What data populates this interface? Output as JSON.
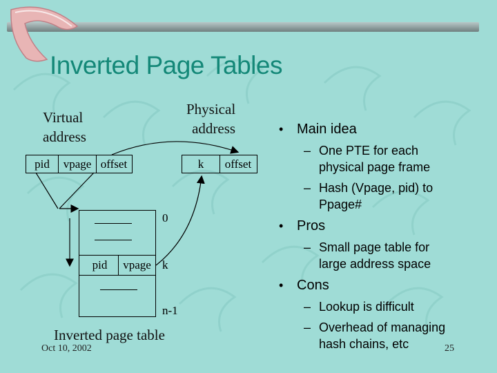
{
  "slide": {
    "title": "Inverted Page Tables",
    "footer_date": "Oct 10, 2002",
    "page_number": "25"
  },
  "diagram": {
    "virtual_address_label_line1": "Virtual",
    "virtual_address_label_line2": "address",
    "physical_address_label_line1": "Physical",
    "physical_address_label_line2": "address",
    "virtual_fields": [
      "pid",
      "vpage",
      "offset"
    ],
    "physical_fields": [
      "k",
      "offset"
    ],
    "table_entry_fields": [
      "pid",
      "vpage"
    ],
    "row_index_top": "0",
    "row_index_match": "k",
    "row_index_bottom": "n-1",
    "table_caption": "Inverted page table"
  },
  "bullets": [
    {
      "text": "Main idea",
      "subs": [
        "One PTE for each physical page frame",
        "Hash (Vpage, pid) to Ppage#"
      ]
    },
    {
      "text": "Pros",
      "subs": [
        "Small page table for large address space"
      ]
    },
    {
      "text": "Cons",
      "subs": [
        "Lookup is difficult",
        "Overhead of managing hash chains, etc"
      ]
    }
  ],
  "colors": {
    "background": "#9fdcd6",
    "title": "#148878"
  }
}
